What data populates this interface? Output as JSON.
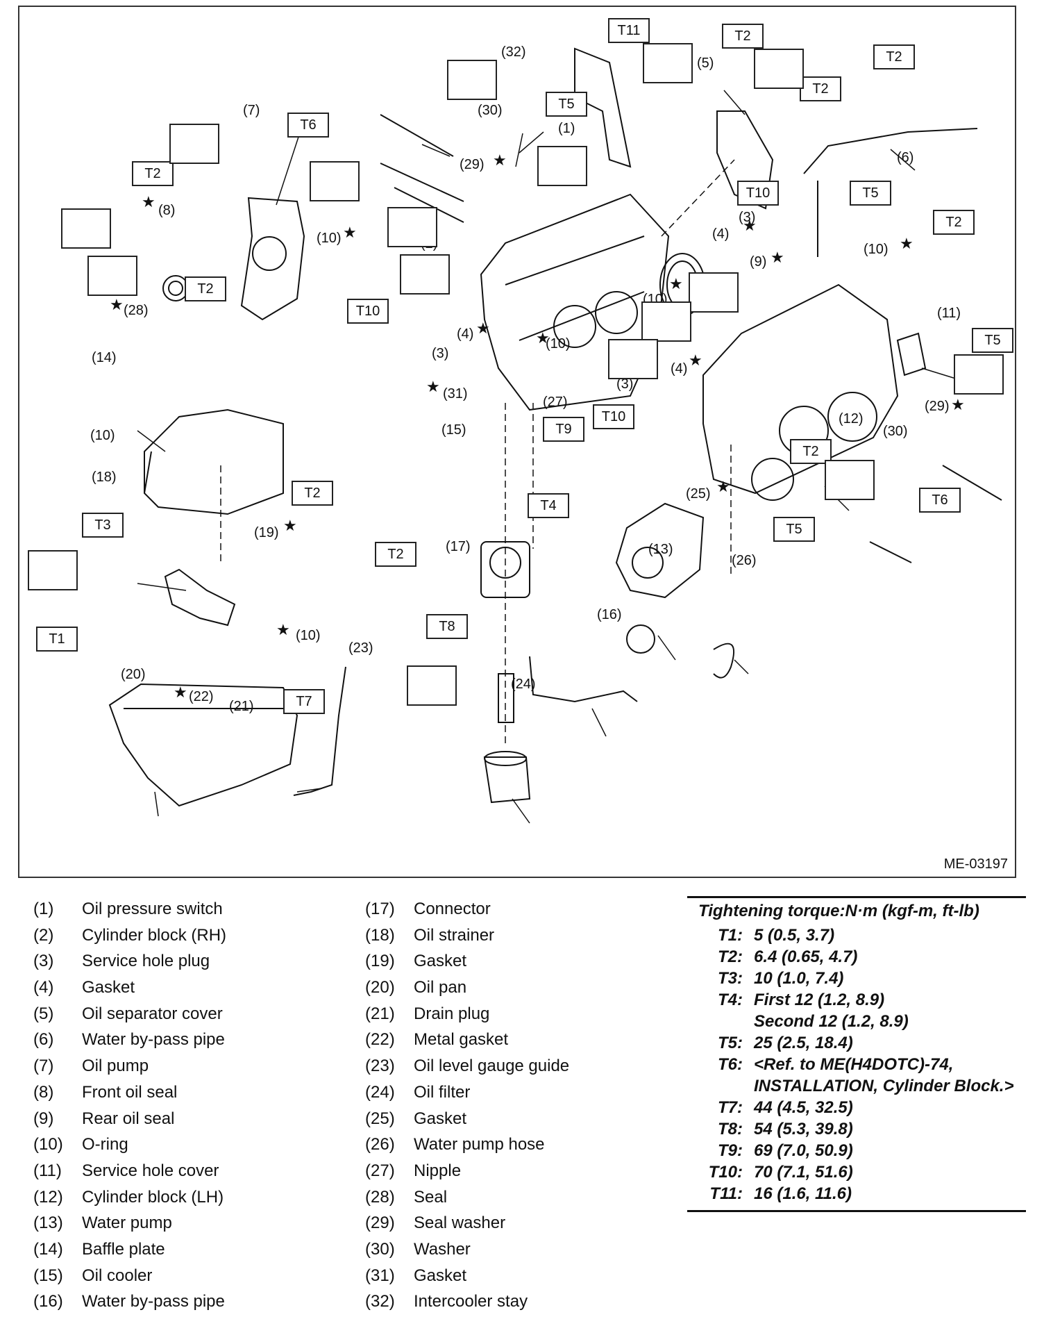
{
  "figure": {
    "code": "ME-03197",
    "torque_labels": [
      "T11",
      "T2",
      "T2",
      "T2",
      "T5",
      "T6",
      "T2",
      "T10",
      "T5",
      "T2",
      "T10",
      "T5",
      "T9",
      "T10",
      "T2",
      "T2",
      "T3",
      "T4",
      "T2",
      "T5",
      "T6",
      "T1",
      "T8",
      "T2",
      "T7"
    ],
    "callouts": [
      "(32)",
      "(30)",
      "(1)",
      "(5)",
      "(6)",
      "(7)",
      "(8)",
      "(29)",
      "(3)",
      "(10)",
      "(4)",
      "(2)",
      "(9)",
      "(10)",
      "(10)",
      "(11)",
      "(28)",
      "(4)",
      "(3)",
      "(10)",
      "(14)",
      "(31)",
      "(27)",
      "(4)",
      "(3)",
      "(29)",
      "(15)",
      "(12)",
      "(30)",
      "(10)",
      "(18)",
      "(25)",
      "(19)",
      "(13)",
      "(26)",
      "(17)",
      "(16)",
      "(10)",
      "(23)",
      "(20)",
      "(22)",
      "(21)",
      "(24)"
    ],
    "star_symbol": "★"
  },
  "legend_left": [
    {
      "num": "(1)",
      "name": "Oil pressure switch"
    },
    {
      "num": "(2)",
      "name": "Cylinder block (RH)"
    },
    {
      "num": "(3)",
      "name": "Service hole plug"
    },
    {
      "num": "(4)",
      "name": "Gasket"
    },
    {
      "num": "(5)",
      "name": "Oil separator cover"
    },
    {
      "num": "(6)",
      "name": "Water by-pass pipe"
    },
    {
      "num": "(7)",
      "name": "Oil pump"
    },
    {
      "num": "(8)",
      "name": "Front oil seal"
    },
    {
      "num": "(9)",
      "name": "Rear oil seal"
    },
    {
      "num": "(10)",
      "name": "O-ring"
    },
    {
      "num": "(11)",
      "name": "Service hole cover"
    },
    {
      "num": "(12)",
      "name": "Cylinder block (LH)"
    },
    {
      "num": "(13)",
      "name": "Water pump"
    },
    {
      "num": "(14)",
      "name": "Baffle plate"
    },
    {
      "num": "(15)",
      "name": "Oil cooler"
    },
    {
      "num": "(16)",
      "name": "Water by-pass pipe"
    }
  ],
  "legend_right": [
    {
      "num": "(17)",
      "name": "Connector"
    },
    {
      "num": "(18)",
      "name": "Oil strainer"
    },
    {
      "num": "(19)",
      "name": "Gasket"
    },
    {
      "num": "(20)",
      "name": "Oil pan"
    },
    {
      "num": "(21)",
      "name": "Drain plug"
    },
    {
      "num": "(22)",
      "name": "Metal gasket"
    },
    {
      "num": "(23)",
      "name": "Oil level gauge guide"
    },
    {
      "num": "(24)",
      "name": "Oil filter"
    },
    {
      "num": "(25)",
      "name": "Gasket"
    },
    {
      "num": "(26)",
      "name": "Water pump hose"
    },
    {
      "num": "(27)",
      "name": "Nipple"
    },
    {
      "num": "(28)",
      "name": "Seal"
    },
    {
      "num": "(29)",
      "name": "Seal washer"
    },
    {
      "num": "(30)",
      "name": "Washer"
    },
    {
      "num": "(31)",
      "name": "Gasket"
    },
    {
      "num": "(32)",
      "name": "Intercooler stay"
    }
  ],
  "torque": {
    "heading": "Tightening torque:N·m (kgf-m, ft-lb)",
    "rows": [
      {
        "key": "T1:",
        "val": "5 (0.5, 3.7)"
      },
      {
        "key": "T2:",
        "val": "6.4 (0.65, 4.7)"
      },
      {
        "key": "T3:",
        "val": "10 (1.0, 7.4)"
      },
      {
        "key": "T4:",
        "val": "First 12 (1.2, 8.9)"
      },
      {
        "key": "",
        "val": "Second 12 (1.2, 8.9)"
      },
      {
        "key": "T5:",
        "val": "25 (2.5, 18.4)"
      },
      {
        "key": "T6:",
        "val": "<Ref. to ME(H4DOTC)-74, INSTALLATION, Cylinder Block.>"
      },
      {
        "key": "T7:",
        "val": "44 (4.5, 32.5)"
      },
      {
        "key": "T8:",
        "val": "54 (5.3, 39.8)"
      },
      {
        "key": "T9:",
        "val": "69 (7.0, 50.9)"
      },
      {
        "key": "T10:",
        "val": "70 (7.1, 51.6)"
      },
      {
        "key": "T11:",
        "val": "16 (1.6, 11.6)"
      }
    ]
  }
}
